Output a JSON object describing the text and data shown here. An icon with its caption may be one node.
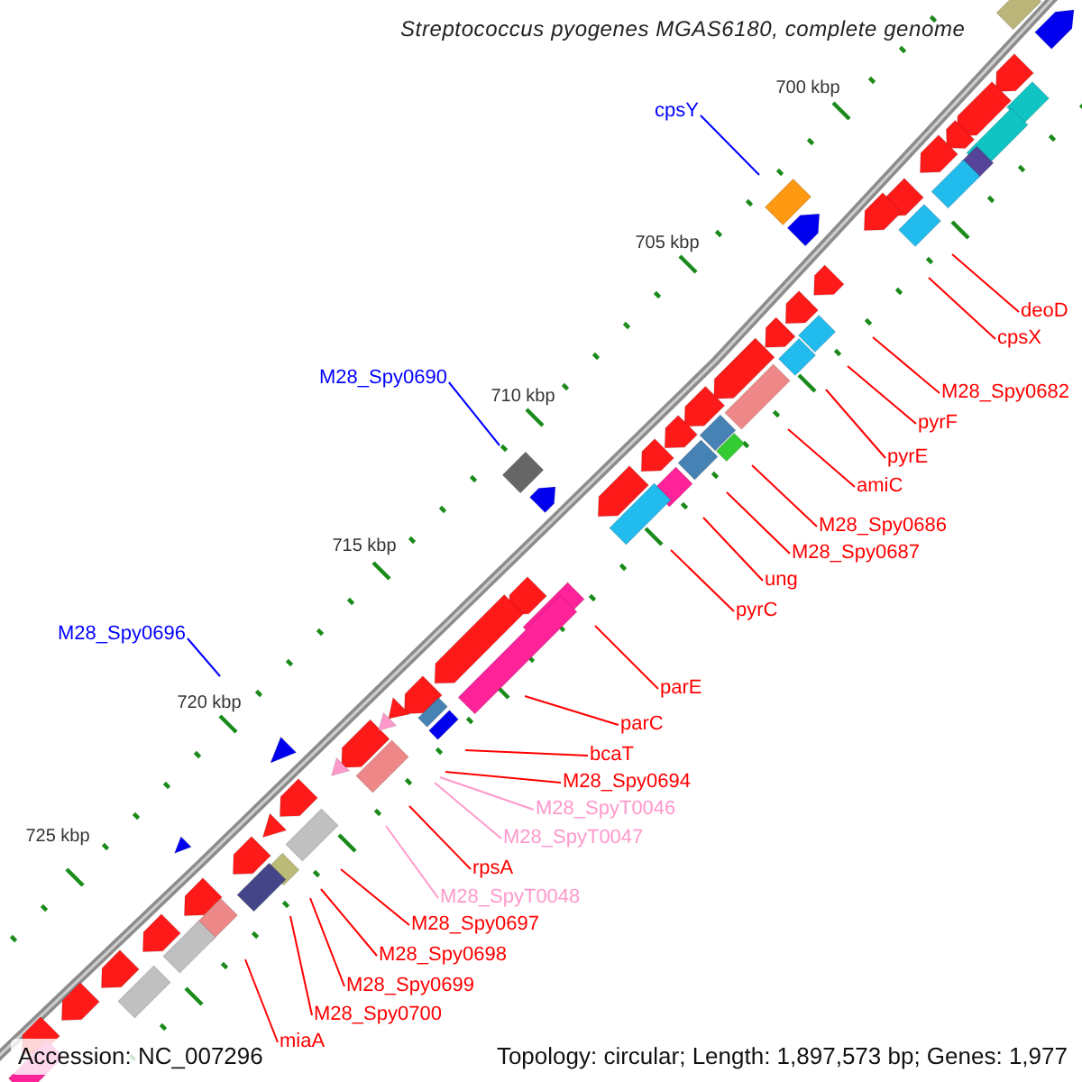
{
  "diagram": {
    "title": "Streptococcus pyogenes MGAS6180, complete genome",
    "nodes": [
      {
        "text": [
          "cpsY"
        ]
      },
      {
        "text": [
          "deoD"
        ]
      },
      {
        "text": [
          "cpsX"
        ]
      },
      {
        "text": [
          "M28_Spy0690"
        ]
      },
      {
        "text": [
          "M28_Spy0682"
        ]
      },
      {
        "text": [
          "pyrF"
        ]
      },
      {
        "text": [
          "pyrE"
        ]
      },
      {
        "text": [
          "amiC"
        ]
      },
      {
        "text": [
          "M28_Spy0686"
        ]
      },
      {
        "text": [
          "M28_Spy0687"
        ]
      },
      {
        "text": [
          "ung"
        ]
      },
      {
        "text": [
          "pyrC"
        ]
      },
      {
        "text": [
          "M28_Spy0696"
        ]
      },
      {
        "text": [
          "parE"
        ]
      },
      {
        "text": [
          "parC"
        ]
      },
      {
        "text": [
          "bcaT"
        ]
      },
      {
        "text": [
          "M28_Spy0694"
        ]
      },
      {
        "text": [
          "M28_SpyT0046"
        ]
      },
      {
        "text": [
          "M28_SpyT0047"
        ]
      },
      {
        "text": [
          "rpsA"
        ]
      },
      {
        "text": [
          "M28_SpyT0048"
        ]
      },
      {
        "text": [
          "M28_Spy0697"
        ]
      },
      {
        "text": [
          "M28_Spy0698"
        ]
      },
      {
        "text": [
          "M28_Spy0699"
        ]
      },
      {
        "text": [
          "M28_Spy0700"
        ]
      },
      {
        "text": [
          "miaA"
        ]
      }
    ],
    "edges": [
      {
        "from": 0,
        "to": null,
        "arrow": "none",
        "color": "#0000ff"
      },
      {
        "from": 1,
        "to": null,
        "arrow": "none"
      },
      {
        "from": 2,
        "to": null,
        "arrow": "none"
      },
      {
        "from": 3,
        "to": null,
        "arrow": "none",
        "color": "#0000ff"
      },
      {
        "from": 4,
        "to": null,
        "arrow": "none"
      },
      {
        "from": 5,
        "to": null,
        "arrow": "none"
      },
      {
        "from": 6,
        "to": null,
        "arrow": "none"
      },
      {
        "from": 7,
        "to": null,
        "arrow": "none"
      },
      {
        "from": 8,
        "to": null,
        "arrow": "none"
      },
      {
        "from": 9,
        "to": null,
        "arrow": "none"
      },
      {
        "from": 10,
        "to": null,
        "arrow": "none"
      },
      {
        "from": 11,
        "to": null,
        "arrow": "none"
      },
      {
        "from": 12,
        "to": null,
        "arrow": "none",
        "color": "#0000ff"
      },
      {
        "from": 13,
        "to": null,
        "arrow": "none"
      },
      {
        "from": 14,
        "to": null,
        "arrow": "none"
      },
      {
        "from": 15,
        "to": null,
        "arrow": "none"
      },
      {
        "from": 16,
        "to": null,
        "arrow": "none"
      },
      {
        "from": 17,
        "to": null,
        "arrow": "none",
        "color": "#ff99cc"
      },
      {
        "from": 18,
        "to": null,
        "arrow": "none",
        "color": "#ff99cc"
      },
      {
        "from": 19,
        "to": null,
        "arrow": "none"
      },
      {
        "from": 20,
        "to": null,
        "arrow": "none",
        "color": "#ff99cc"
      },
      {
        "from": 21,
        "to": null,
        "arrow": "none"
      },
      {
        "from": 22,
        "to": null,
        "arrow": "none"
      },
      {
        "from": 23,
        "to": null,
        "arrow": "none"
      },
      {
        "from": 24,
        "to": null,
        "arrow": "none"
      },
      {
        "from": 25,
        "to": null,
        "arrow": "none"
      }
    ],
    "labels": [
      "700 kbp",
      "705 kbp",
      "710 kbp",
      "715 kbp",
      "720 kbp",
      "725 kbp",
      "Accession: NC_007296",
      "Topology: circular; Length: 1,897,573 bp; Genes: 1,977"
    ]
  }
}
